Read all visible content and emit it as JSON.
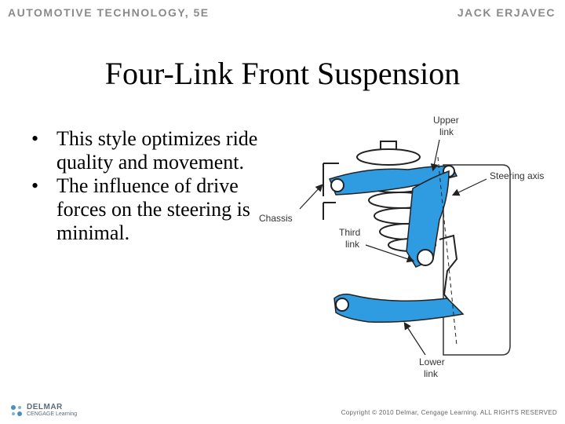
{
  "header": {
    "left": "AUTOMOTIVE TECHNOLOGY, 5E",
    "right": "JACK ERJAVEC"
  },
  "slide": {
    "title": "Four-Link Front Suspension",
    "bullets": [
      "This style optimizes ride quality and movement.",
      "The influence of drive forces on the steering is minimal."
    ]
  },
  "diagram": {
    "labels": {
      "upper_link_1": "Upper",
      "upper_link_2": "link",
      "steering_axis": "Steering axis",
      "chassis": "Chassis",
      "third_link_1": "Third",
      "third_link_2": "link",
      "lower_link_1": "Lower",
      "lower_link_2": "link"
    },
    "colors": {
      "link_blue": "#2f9be0",
      "outline": "#222222"
    }
  },
  "footer": {
    "logo_line1": "DELMAR",
    "logo_line2": "CENGAGE Learning",
    "copyright": "Copyright © 2010 Delmar, Cengage Learning. ALL RIGHTS RESERVED"
  }
}
